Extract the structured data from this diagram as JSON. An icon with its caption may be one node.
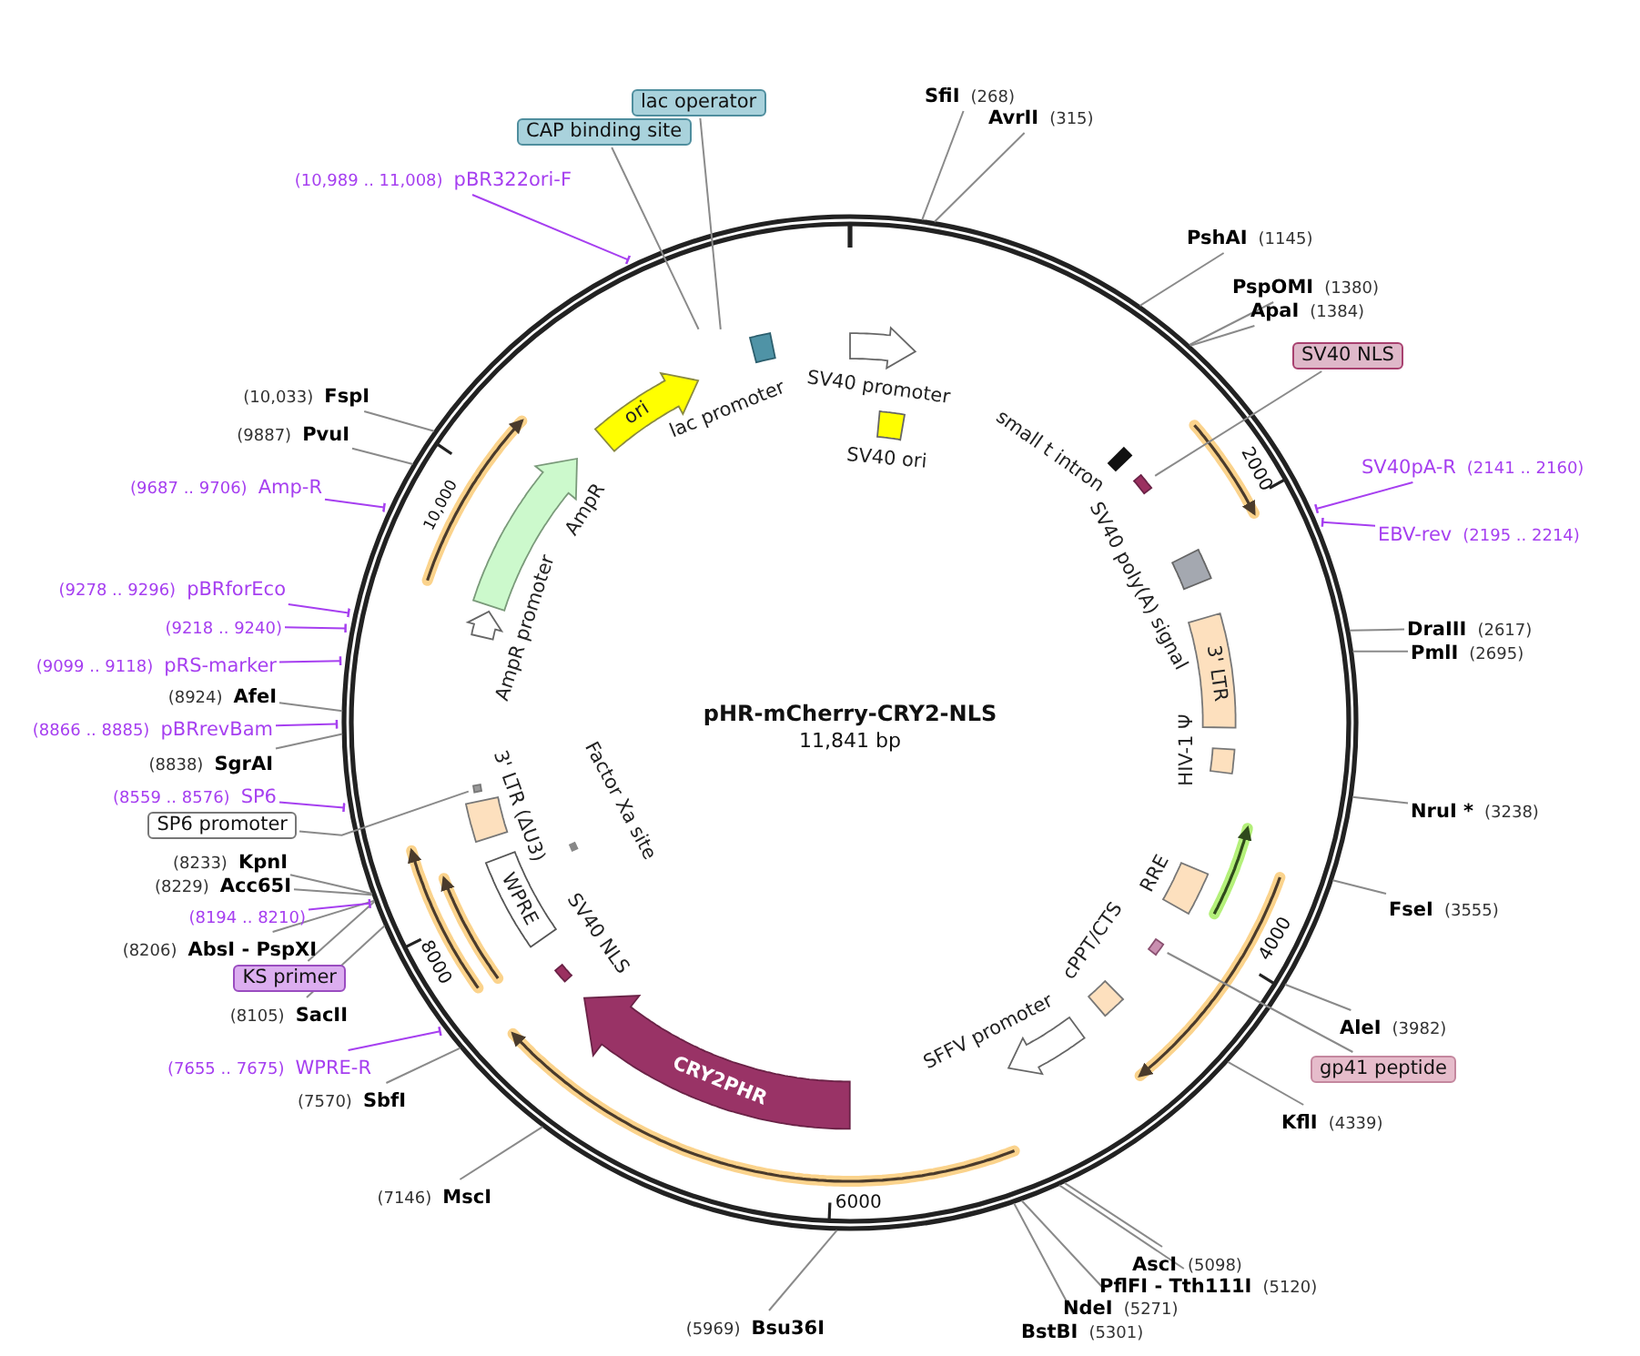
{
  "diagram": {
    "title": "pHR-mCherry-CRY2-NLS",
    "nodes": [
      {
        "text": [
          "lac operator"
        ]
      },
      {
        "text": [
          "CAP binding site"
        ]
      },
      {
        "text": [
          "SfiI",
          "(268)"
        ]
      },
      {
        "text": [
          "AvrII",
          "(315)"
        ]
      },
      {
        "text": [
          "PshAI",
          "(1145)"
        ]
      },
      {
        "text": [
          "PspOMI",
          "(1380)"
        ]
      },
      {
        "text": [
          "ApaI",
          "(1384)"
        ]
      },
      {
        "text": [
          "SV40 NLS"
        ]
      },
      {
        "text": [
          "SV40pA-R",
          "(2141 .. 2160)"
        ]
      },
      {
        "text": [
          "EBV-rev",
          "(2195 .. 2214)"
        ]
      },
      {
        "text": [
          "DraIII",
          "(2617)"
        ]
      },
      {
        "text": [
          "PmlI",
          "(2695)"
        ]
      },
      {
        "text": [
          "NruI *",
          "(3238)"
        ]
      },
      {
        "text": [
          "FseI",
          "(3555)"
        ]
      },
      {
        "text": [
          "AleI",
          "(3982)"
        ]
      },
      {
        "text": [
          "gp41 peptide"
        ]
      },
      {
        "text": [
          "KflI",
          "(4339)"
        ]
      },
      {
        "text": [
          "AscI",
          "(5098)"
        ]
      },
      {
        "text": [
          "PflFI - Tth111I",
          "(5120)"
        ]
      },
      {
        "text": [
          "NdeI",
          "(5271)"
        ]
      },
      {
        "text": [
          "BstBI",
          "(5301)"
        ]
      },
      {
        "text": [
          "(5969)",
          "Bsu36I"
        ]
      },
      {
        "text": [
          "(7146)",
          "MscI"
        ]
      },
      {
        "text": [
          "(7570)",
          "SbfI"
        ]
      },
      {
        "text": [
          "(7655 .. 7675)",
          "WPRE-R"
        ]
      },
      {
        "text": [
          "(8105)",
          "SacII"
        ]
      },
      {
        "text": [
          "KS primer"
        ]
      },
      {
        "text": [
          "(8206)",
          "AbsI - PspXI"
        ]
      },
      {
        "text": [
          "(8194 .. 8210)"
        ]
      },
      {
        "text": [
          "(8229)",
          "Acc65I"
        ]
      },
      {
        "text": [
          "(8233)",
          "KpnI"
        ]
      },
      {
        "text": [
          "SP6 promoter"
        ]
      },
      {
        "text": [
          "(8559 .. 8576)",
          "SP6"
        ]
      },
      {
        "text": [
          "(8838)",
          "SgrAI"
        ]
      },
      {
        "text": [
          "(8866 .. 8885)",
          "pBRrevBam"
        ]
      },
      {
        "text": [
          "(8924)",
          "AfeI"
        ]
      },
      {
        "text": [
          "(9099 .. 9118)",
          "pRS-marker"
        ]
      },
      {
        "text": [
          "(9218 .. 9240)"
        ]
      },
      {
        "text": [
          "(9278 .. 9296)",
          "pBRforEco"
        ]
      },
      {
        "text": [
          "(9687 .. 9706)",
          "Amp-R"
        ]
      },
      {
        "text": [
          "(9887)",
          "PvuI"
        ]
      },
      {
        "text": [
          "(10,033)",
          "FspI"
        ]
      },
      {
        "text": [
          "(10,989 .. 11,008)",
          "pBR322ori-F"
        ]
      },
      {
        "text": [
          "ori"
        ]
      },
      {
        "text": [
          "AmpR"
        ]
      },
      {
        "text": [
          "AmpR promoter"
        ]
      },
      {
        "text": [
          "lac promoter"
        ]
      },
      {
        "text": [
          "SV40 promoter"
        ]
      },
      {
        "text": [
          "SV40 ori"
        ]
      },
      {
        "text": [
          "small t intron"
        ]
      },
      {
        "text": [],
        "shape": "bar"
      },
      {
        "text": [
          "SV40 poly(A) signal"
        ]
      },
      {
        "text": [
          "3' LTR"
        ]
      },
      {
        "text": [
          "HIV-1 Ψ"
        ]
      },
      {
        "text": [
          "RRE"
        ]
      },
      {
        "text": [],
        "shape": "bar"
      },
      {
        "text": [
          "cPPT/CTS"
        ]
      },
      {
        "text": [
          "SFFV promoter"
        ]
      },
      {
        "text": [
          "CRY2PHR"
        ]
      },
      {
        "text": [
          "SV40 NLS"
        ]
      },
      {
        "text": [
          "WPRE"
        ]
      },
      {
        "text": [
          "Factor Xa site"
        ]
      },
      {
        "text": [
          "3' LTR (ΔU3)"
        ]
      },
      {
        "text": [],
        "shape": "bar"
      }
    ],
    "edges": [
      {
        "from": 0,
        "to": 46,
        "arrow": "none"
      },
      {
        "from": 1,
        "to": 46,
        "arrow": "none"
      },
      {
        "from": 2,
        "to": null,
        "arrow": "none"
      },
      {
        "from": 3,
        "to": null,
        "arrow": "none"
      },
      {
        "from": 4,
        "to": null,
        "arrow": "none"
      },
      {
        "from": 5,
        "to": null,
        "arrow": "none"
      },
      {
        "from": 6,
        "to": null,
        "arrow": "none"
      },
      {
        "from": 7,
        "to": 50,
        "arrow": "none"
      },
      {
        "from": 8,
        "to": null,
        "arrow": "other",
        "color": "#a63ff0"
      },
      {
        "from": 9,
        "to": null,
        "arrow": "other",
        "color": "#a63ff0"
      },
      {
        "from": 10,
        "to": null,
        "arrow": "none"
      },
      {
        "from": 11,
        "to": null,
        "arrow": "none"
      },
      {
        "from": 12,
        "to": null,
        "arrow": "none"
      },
      {
        "from": 13,
        "to": null,
        "arrow": "none"
      },
      {
        "from": 14,
        "to": null,
        "arrow": "none"
      },
      {
        "from": 15,
        "to": 55,
        "arrow": "none"
      },
      {
        "from": 16,
        "to": null,
        "arrow": "none"
      },
      {
        "from": 17,
        "to": null,
        "arrow": "none"
      },
      {
        "from": 18,
        "to": null,
        "arrow": "none"
      },
      {
        "from": 19,
        "to": null,
        "arrow": "none"
      },
      {
        "from": 20,
        "to": null,
        "arrow": "none"
      },
      {
        "from": 21,
        "to": null,
        "arrow": "none"
      },
      {
        "from": 22,
        "to": null,
        "arrow": "none"
      },
      {
        "from": 23,
        "to": null,
        "arrow": "none"
      },
      {
        "from": 24,
        "to": null,
        "arrow": "other",
        "color": "#a63ff0"
      },
      {
        "from": 25,
        "to": null,
        "arrow": "none"
      },
      {
        "from": 26,
        "to": null,
        "arrow": "none"
      },
      {
        "from": 27,
        "to": null,
        "arrow": "none"
      },
      {
        "from": 28,
        "to": null,
        "arrow": "other",
        "color": "#a63ff0"
      },
      {
        "from": 29,
        "to": null,
        "arrow": "none"
      },
      {
        "from": 30,
        "to": null,
        "arrow": "none"
      },
      {
        "from": 31,
        "to": 63,
        "arrow": "none"
      },
      {
        "from": 32,
        "to": null,
        "arrow": "other",
        "color": "#a63ff0"
      },
      {
        "from": 33,
        "to": null,
        "arrow": "none"
      },
      {
        "from": 34,
        "to": null,
        "arrow": "other",
        "color": "#a63ff0"
      },
      {
        "from": 35,
        "to": null,
        "arrow": "none"
      },
      {
        "from": 36,
        "to": null,
        "arrow": "other",
        "color": "#a63ff0"
      },
      {
        "from": 37,
        "to": null,
        "arrow": "other",
        "color": "#a63ff0"
      },
      {
        "from": 38,
        "to": null,
        "arrow": "other",
        "color": "#a63ff0"
      },
      {
        "from": 39,
        "to": null,
        "arrow": "other",
        "color": "#a63ff0"
      },
      {
        "from": 40,
        "to": null,
        "arrow": "none"
      },
      {
        "from": 41,
        "to": null,
        "arrow": "none"
      },
      {
        "from": 42,
        "to": null,
        "arrow": "other",
        "color": "#a63ff0"
      }
    ],
    "labels": [
      "11,841 bp",
      "2000",
      "4000",
      "6000",
      "8000",
      "10,000"
    ]
  }
}
